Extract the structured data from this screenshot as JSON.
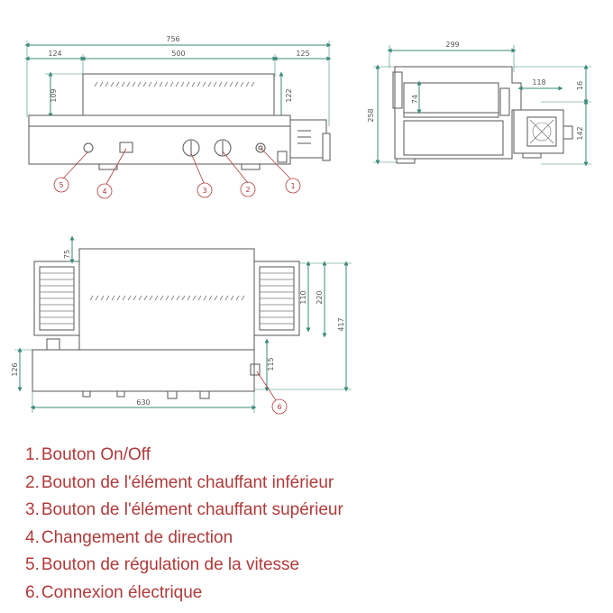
{
  "dimensions": {
    "front_total_width": "756",
    "front_left": "124",
    "front_middle": "500",
    "front_right": "125",
    "front_hood_height": "109",
    "front_right_height": "122",
    "side_width": "299",
    "side_height": "258",
    "side_inner": "74",
    "side_right": "118",
    "side_top_right": "16",
    "side_bottom_right": "142",
    "top_small": "75",
    "top_inner": "110",
    "top_mid": "220",
    "top_total": "417",
    "top_left_height": "126",
    "top_right_height": "115",
    "top_width": "630"
  },
  "callouts": [
    "1",
    "2",
    "3",
    "4",
    "5",
    "6"
  ],
  "legend": [
    {
      "num": "1.",
      "text": "Bouton On/Off"
    },
    {
      "num": "2.",
      "text": "Bouton de l'élément chauffant inférieur"
    },
    {
      "num": "3.",
      "text": "Bouton de l'élément chauffant supérieur"
    },
    {
      "num": "4.",
      "text": "Changement de direction"
    },
    {
      "num": "5.",
      "text": "Bouton de régulation de la vitesse"
    },
    {
      "num": "6.",
      "text": "Connexion électrique"
    }
  ],
  "colors": {
    "line": "#555555",
    "dimension": "#3a8a7a",
    "callout": "#b03a3a"
  }
}
